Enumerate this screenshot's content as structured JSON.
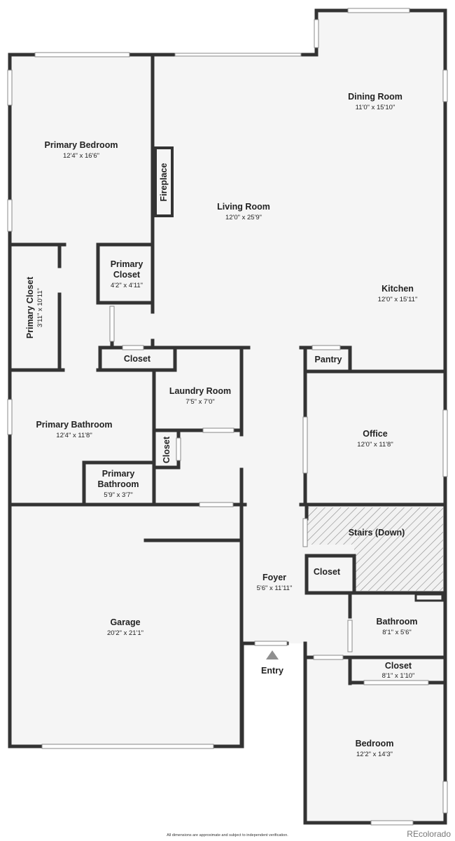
{
  "rooms": {
    "dining_room": {
      "name": "Dining Room",
      "dim": "11'0\" x 15'10\""
    },
    "primary_bedroom": {
      "name": "Primary Bedroom",
      "dim": "12'4\" x 16'6\""
    },
    "living_room": {
      "name": "Living Room",
      "dim": "12'0\" x 25'9\""
    },
    "primary_closet_small": {
      "name_line1": "Primary",
      "name_line2": "Closet",
      "dim": "4'2\" x 4'11\""
    },
    "primary_closet_tall": {
      "name": "Primary Closet",
      "dim": "3'11\" x 10'11\""
    },
    "kitchen": {
      "name": "Kitchen",
      "dim": "12'0\" x 15'11\""
    },
    "laundry_room": {
      "name": "Laundry Room",
      "dim": "7'5\" x 7'0\""
    },
    "primary_bathroom": {
      "name": "Primary Bathroom",
      "dim": "12'4\" x 11'8\""
    },
    "primary_bathroom_small": {
      "name_line1": "Primary",
      "name_line2": "Bathroom",
      "dim": "5'9\" x 3'7\""
    },
    "office": {
      "name": "Office",
      "dim": "12'0\" x 11'8\""
    },
    "foyer": {
      "name": "Foyer",
      "dim": "5'6\" x 11'11\""
    },
    "garage": {
      "name": "Garage",
      "dim": "20'2\" x 21'1\""
    },
    "bathroom": {
      "name": "Bathroom",
      "dim": "8'1\" x 5'6\""
    },
    "closet_bed": {
      "name": "Closet",
      "dim": "8'1\" x 1'10\""
    },
    "bedroom": {
      "name": "Bedroom",
      "dim": "12'2\" x 14'3\""
    }
  },
  "labels": {
    "fireplace": "Fireplace",
    "closet_hall": "Closet",
    "closet_laundry": "Closet",
    "closet_foyer": "Closet",
    "pantry": "Pantry",
    "stairs": "Stairs (Down)",
    "entry": "Entry"
  },
  "footer": {
    "disclaimer": "All dimensions are approximate and subject to independent verification.",
    "brand": "REcolorado"
  }
}
